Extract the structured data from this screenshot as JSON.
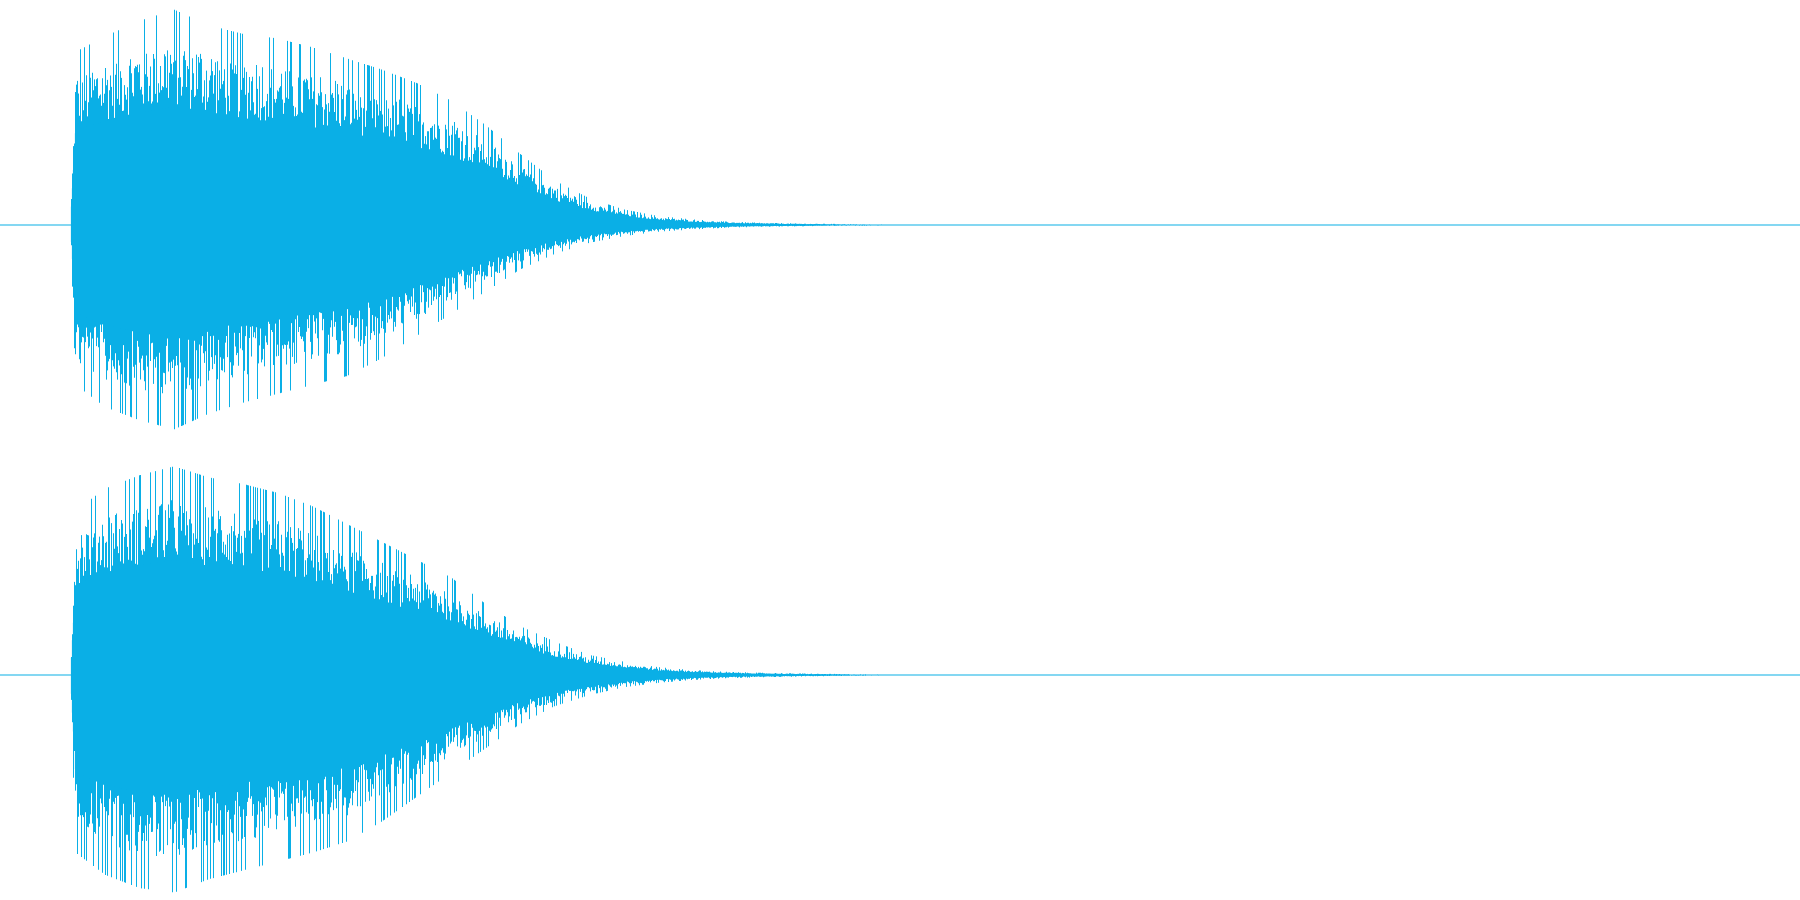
{
  "chart_data": {
    "type": "area",
    "title": "",
    "xlabel": "",
    "ylabel": "",
    "grid": false,
    "legend": "none",
    "color": "#0aafe6",
    "xlim": [
      0,
      1
    ],
    "ylim": [
      -1,
      1
    ],
    "series": [
      {
        "x": [
          0.0,
          0.003,
          0.02,
          0.04,
          0.06,
          0.08,
          0.1,
          0.12,
          0.14,
          0.16,
          0.18,
          0.2,
          0.22,
          0.24,
          0.26,
          0.28,
          0.3,
          0.32,
          0.34,
          0.36,
          0.38,
          0.4,
          0.42,
          0.44,
          0.46,
          0.48,
          0.5,
          0.6,
          1.0
        ],
        "max": [
          0.0,
          0.78,
          0.85,
          0.92,
          0.97,
          0.9,
          0.86,
          0.84,
          0.8,
          0.75,
          0.7,
          0.64,
          0.56,
          0.45,
          0.32,
          0.2,
          0.12,
          0.07,
          0.04,
          0.025,
          0.015,
          0.01,
          0.007,
          0.005,
          0.003,
          0.002,
          0.0015,
          0.0,
          0.0
        ],
        "min": [
          0.0,
          -0.72,
          -0.82,
          -0.88,
          -0.92,
          -0.85,
          -0.8,
          -0.76,
          -0.72,
          -0.68,
          -0.6,
          -0.5,
          -0.4,
          -0.3,
          -0.2,
          -0.13,
          -0.08,
          -0.05,
          -0.03,
          -0.02,
          -0.012,
          -0.008,
          -0.006,
          -0.004,
          -0.003,
          -0.002,
          -0.0015,
          0.0,
          0.0
        ]
      },
      {
        "x": [
          0.0,
          0.003,
          0.02,
          0.04,
          0.06,
          0.08,
          0.1,
          0.12,
          0.14,
          0.16,
          0.18,
          0.2,
          0.22,
          0.24,
          0.26,
          0.28,
          0.3,
          0.32,
          0.34,
          0.36,
          0.38,
          0.4,
          0.42,
          0.44,
          0.46,
          0.48,
          0.5,
          0.6,
          1.0
        ],
        "max": [
          0.0,
          0.74,
          0.84,
          0.9,
          0.94,
          0.89,
          0.86,
          0.82,
          0.76,
          0.68,
          0.6,
          0.52,
          0.44,
          0.32,
          0.22,
          0.15,
          0.09,
          0.06,
          0.035,
          0.022,
          0.014,
          0.01,
          0.007,
          0.005,
          0.003,
          0.002,
          0.0015,
          0.0,
          0.0
        ],
        "min": [
          0.0,
          -0.8,
          -0.9,
          -0.96,
          -0.98,
          -0.92,
          -0.88,
          -0.84,
          -0.8,
          -0.75,
          -0.66,
          -0.55,
          -0.44,
          -0.33,
          -0.22,
          -0.14,
          -0.09,
          -0.055,
          -0.035,
          -0.022,
          -0.014,
          -0.01,
          -0.007,
          -0.005,
          -0.003,
          -0.002,
          -0.0015,
          0.0,
          0.0
        ]
      }
    ]
  }
}
